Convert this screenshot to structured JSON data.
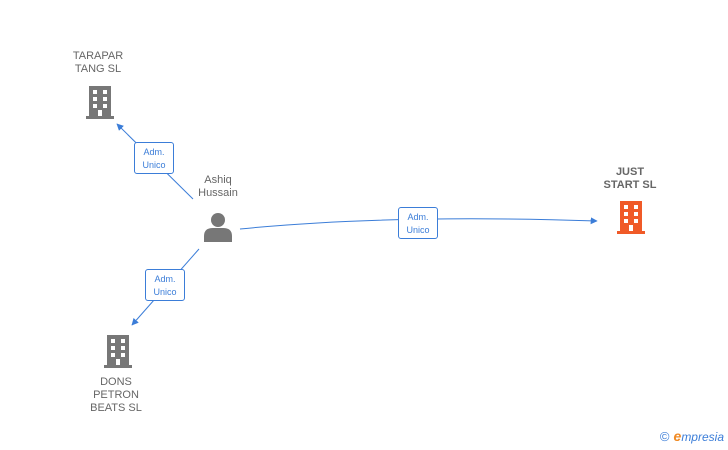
{
  "nodes": {
    "person": {
      "name": "Ashiq\nHussain",
      "icon": "person-icon",
      "color": "#777777"
    },
    "company_top": {
      "name": "TARAPAR\nTANG  SL",
      "icon": "building-icon",
      "color": "#777777"
    },
    "company_bottom": {
      "name": "DONS\nPETRON\nBEATS  SL",
      "icon": "building-icon",
      "color": "#777777"
    },
    "company_main": {
      "name": "JUST\nSTART  SL",
      "icon": "building-icon",
      "color": "#f05a28"
    }
  },
  "edges": [
    {
      "from": "person",
      "to": "company_top",
      "label": "Adm.\nUnico"
    },
    {
      "from": "person",
      "to": "company_bottom",
      "label": "Adm.\nUnico"
    },
    {
      "from": "person",
      "to": "company_main",
      "label": "Adm.\nUnico"
    }
  ],
  "edge_color": "#3b7dd8",
  "brand": {
    "copyright_symbol": "©",
    "initial": "e",
    "rest": "mpresia"
  }
}
